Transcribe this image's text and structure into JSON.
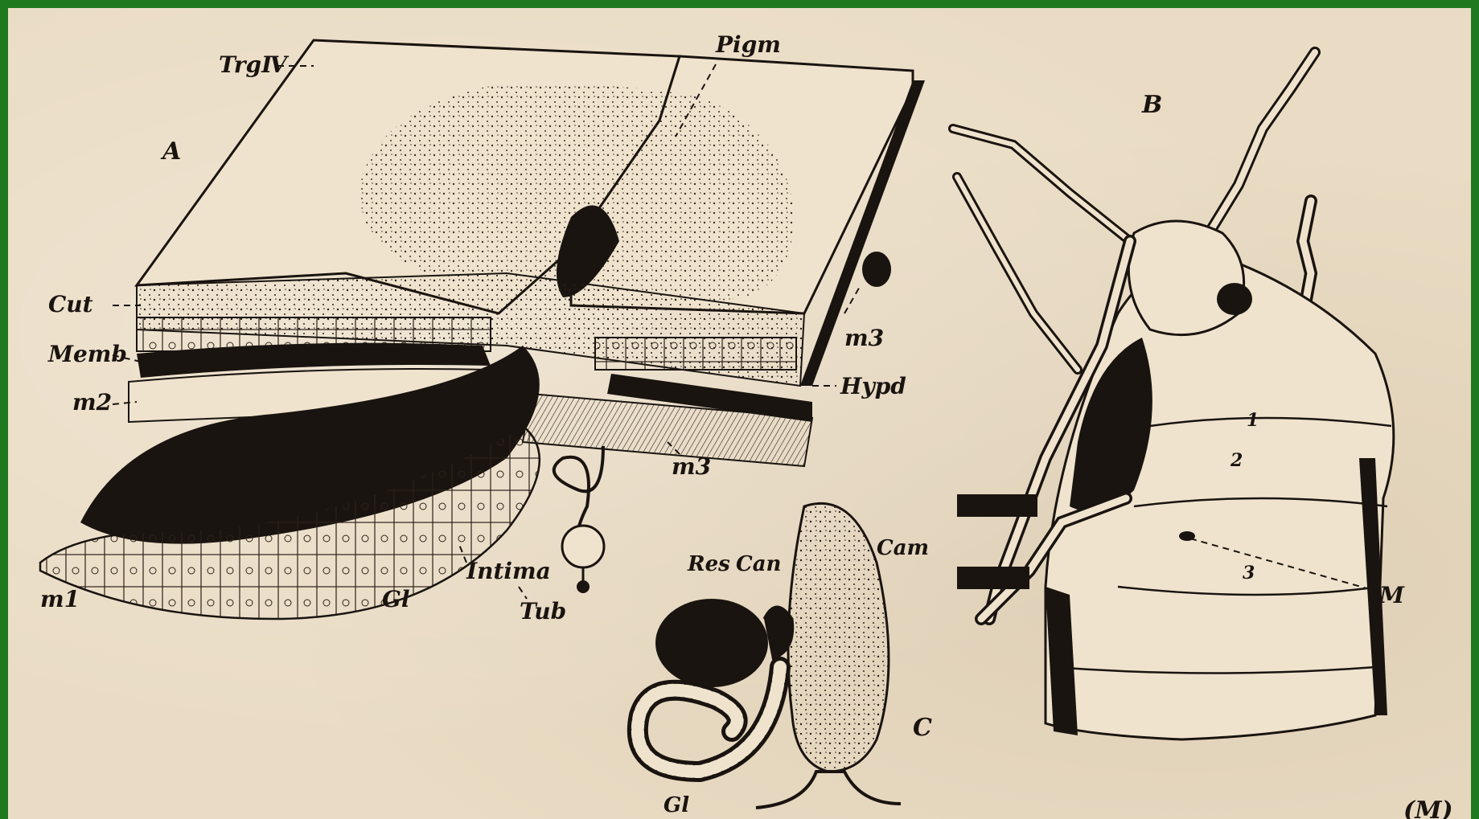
{
  "figure": {
    "panels": {
      "a": "A",
      "b": "B",
      "c": "C"
    },
    "labels_a": {
      "trg": "TrgⅣ",
      "pigm": "Pigm",
      "cut": "Cut",
      "memb": "Memb",
      "m2": "m2",
      "m3_upper": "m3",
      "hypd": "Hypd",
      "m3_lower": "m3",
      "m1": "m1",
      "gl": "Gl",
      "intima": "Intima",
      "tub": "Tub"
    },
    "labels_b": {
      "n1": "1",
      "n2": "2",
      "n3": "3",
      "m": "M"
    },
    "labels_c": {
      "res": "Res",
      "can": "Can",
      "cam": "Cam",
      "gl": "Gl"
    },
    "corner_text": "(M)",
    "colors": {
      "border": "#1f7a1f",
      "paper": "#eadcc4",
      "ink": "#1a1410"
    }
  }
}
